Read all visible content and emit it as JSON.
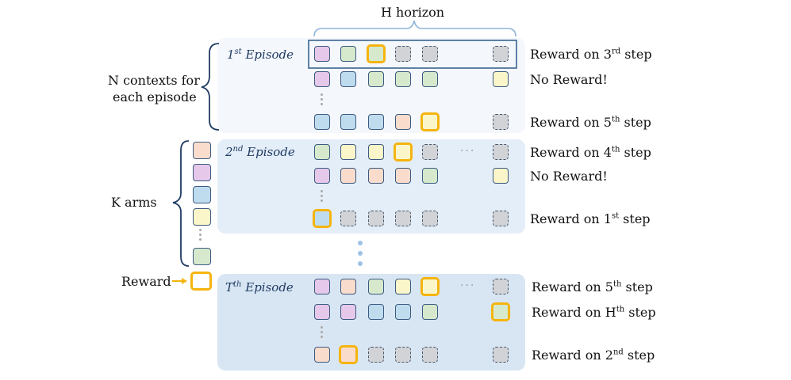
{
  "horizon_label": "H horizon",
  "n_contexts_label": [
    "N contexts for",
    "each episode"
  ],
  "k_arms_label": "K arms",
  "reward_legend_label": "Reward",
  "colors": {
    "pink": "#e6c8ea",
    "green": "#d6e9cd",
    "blue": "#bfdcef",
    "peach": "#f9dccc",
    "yellow": "#fbf6ca",
    "gray": "#d2d3d6",
    "highlight": "#f5b40e",
    "panel1": "#f4f7fc",
    "panel2": "#e4eef9",
    "panel3": "#d8e6f4"
  },
  "arms": [
    "peach",
    "pink",
    "blue",
    "yellow",
    "green"
  ],
  "episodes": [
    {
      "title_prefix": "1",
      "title_sup": "st",
      "title_suffix": " Episode",
      "rows": [
        {
          "boxes": [
            "pink",
            "green",
            "green-hl",
            "gray",
            "gray"
          ],
          "last": "gray",
          "reward": {
            "pre": "Reward on 3",
            "sup": "rd",
            "post": " step"
          }
        },
        {
          "boxes": [
            "pink",
            "blue",
            "green",
            "green",
            "green"
          ],
          "last": "yellow",
          "reward": {
            "pre": "No Reward!",
            "sup": "",
            "post": ""
          }
        },
        {
          "boxes": [
            "blue",
            "blue",
            "blue",
            "peach",
            "yellow-hl"
          ],
          "last": "gray",
          "reward": {
            "pre": "Reward on 5",
            "sup": "th",
            "post": " step"
          }
        }
      ]
    },
    {
      "title_prefix": "2",
      "title_sup": "nd",
      "title_suffix": " Episode",
      "rows": [
        {
          "boxes": [
            "green",
            "yellow",
            "yellow",
            "yellow-hl",
            "gray"
          ],
          "last": "gray",
          "reward": {
            "pre": "Reward on 4",
            "sup": "th",
            "post": " step"
          }
        },
        {
          "boxes": [
            "pink",
            "peach",
            "peach",
            "peach",
            "green"
          ],
          "last": "yellow",
          "reward": {
            "pre": "No Reward!",
            "sup": "",
            "post": ""
          }
        },
        {
          "boxes": [
            "blue-hl",
            "gray",
            "gray",
            "gray",
            "gray"
          ],
          "last": "gray",
          "reward": {
            "pre": "Reward on 1",
            "sup": "st",
            "post": " step"
          }
        }
      ]
    },
    {
      "title_prefix": "T",
      "title_sup": "th",
      "title_suffix": " Episode",
      "rows": [
        {
          "boxes": [
            "pink",
            "peach",
            "green",
            "yellow",
            "yellow-hl"
          ],
          "last": "gray",
          "reward": {
            "pre": "Reward on 5",
            "sup": "th",
            "post": " step"
          }
        },
        {
          "boxes": [
            "pink",
            "pink",
            "blue",
            "blue",
            "green"
          ],
          "last": "green-hl",
          "reward": {
            "pre": "Reward on H",
            "sup": "th",
            "post": " step"
          }
        },
        {
          "boxes": [
            "peach",
            "peach-hl",
            "gray",
            "gray",
            "gray"
          ],
          "last": "gray",
          "reward": {
            "pre": "Reward on 2",
            "sup": "nd",
            "post": " step"
          }
        }
      ]
    }
  ]
}
